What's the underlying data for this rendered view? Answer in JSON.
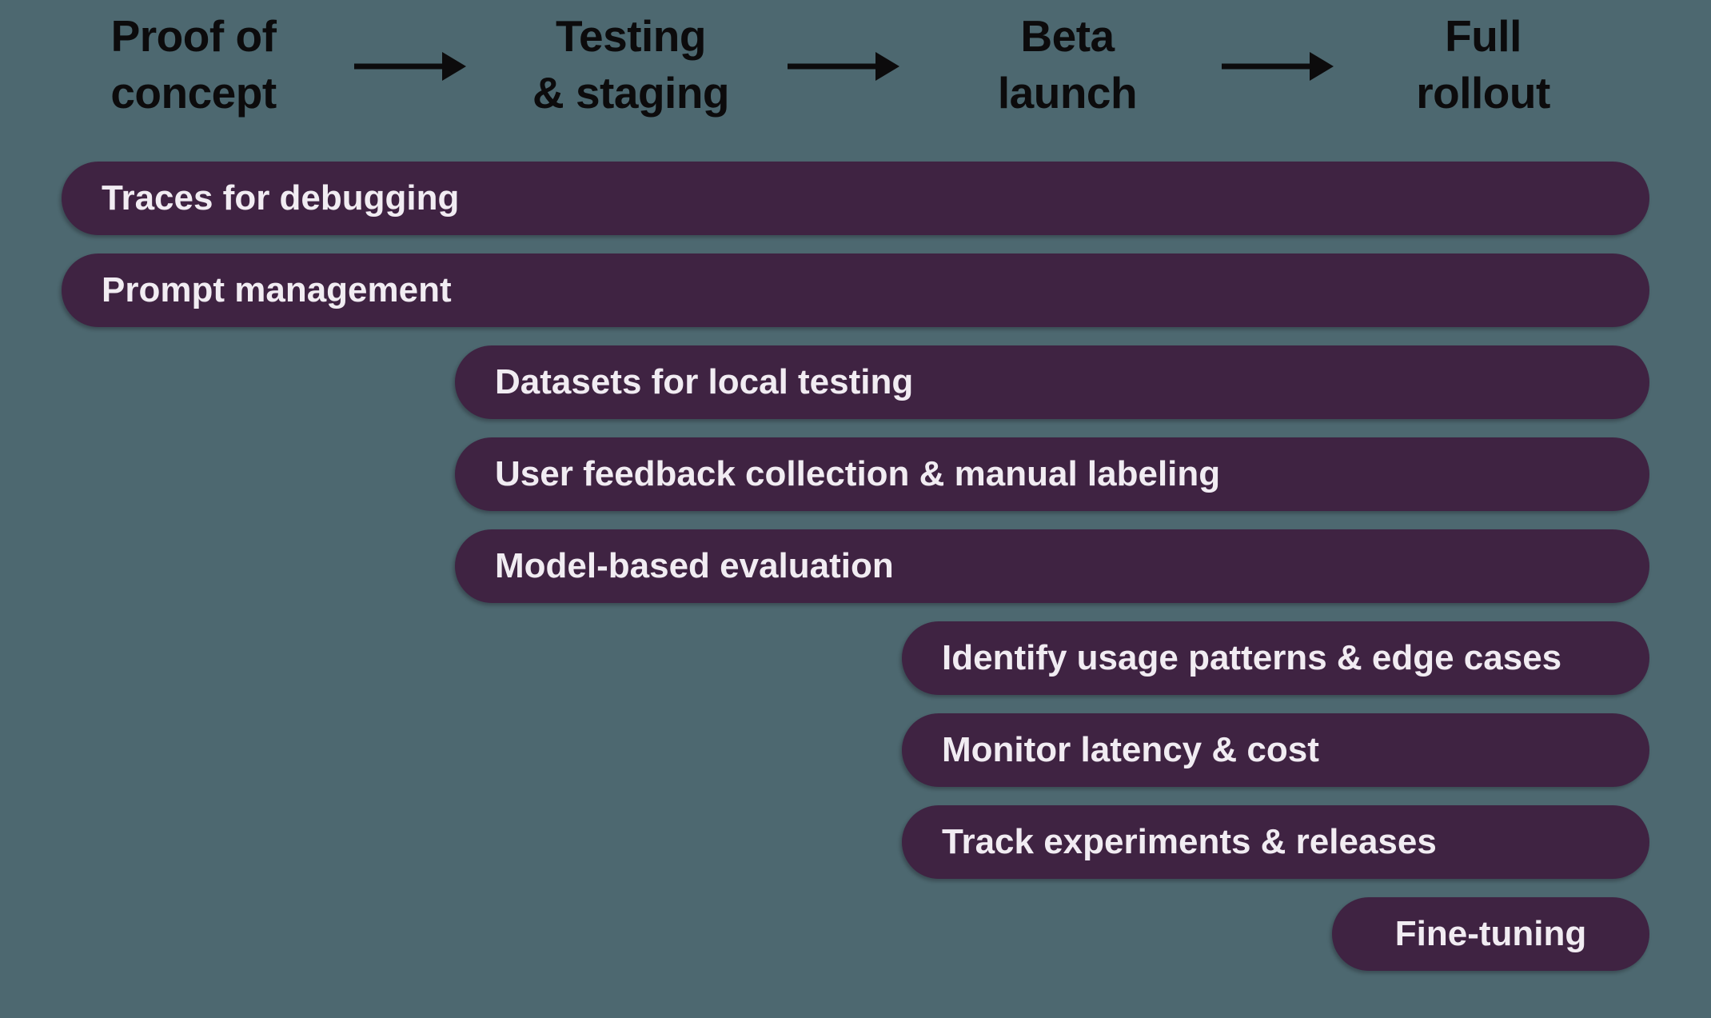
{
  "diagram": {
    "type": "rollout-roadmap",
    "background_color": "#4d6870",
    "bar_color": "#3f2342",
    "bar_text_color": "#f1ecf2",
    "header_text_color": "#0c0b0c",
    "arrow_color": "#0c0b0c"
  },
  "phases": [
    {
      "name": "Proof of concept",
      "line1": "Proof of",
      "line2": "concept"
    },
    {
      "name": "Testing & staging",
      "line1": "Testing",
      "line2": "& staging"
    },
    {
      "name": "Beta launch",
      "line1": "Beta",
      "line2": "launch"
    },
    {
      "name": "Full rollout",
      "line1": "Full",
      "line2": "rollout"
    }
  ],
  "icons": {
    "flow_arrow": "right-arrow"
  },
  "bars": [
    {
      "label": "Traces for debugging",
      "starts_at": "Proof of concept",
      "ends_at": "Full rollout"
    },
    {
      "label": "Prompt management",
      "starts_at": "Proof of concept",
      "ends_at": "Full rollout"
    },
    {
      "label": "Datasets for local testing",
      "starts_at": "Testing & staging",
      "ends_at": "Full rollout"
    },
    {
      "label": "User feedback collection & manual labeling",
      "starts_at": "Testing & staging",
      "ends_at": "Full rollout"
    },
    {
      "label": "Model-based evaluation",
      "starts_at": "Testing & staging",
      "ends_at": "Full rollout"
    },
    {
      "label": "Identify usage patterns & edge cases",
      "starts_at": "Beta launch",
      "ends_at": "Full rollout"
    },
    {
      "label": "Monitor latency & cost",
      "starts_at": "Beta launch",
      "ends_at": "Full rollout"
    },
    {
      "label": "Track experiments & releases",
      "starts_at": "Beta launch",
      "ends_at": "Full rollout"
    },
    {
      "label": "Fine-tuning",
      "starts_at": "Full rollout",
      "ends_at": "Full rollout"
    }
  ]
}
